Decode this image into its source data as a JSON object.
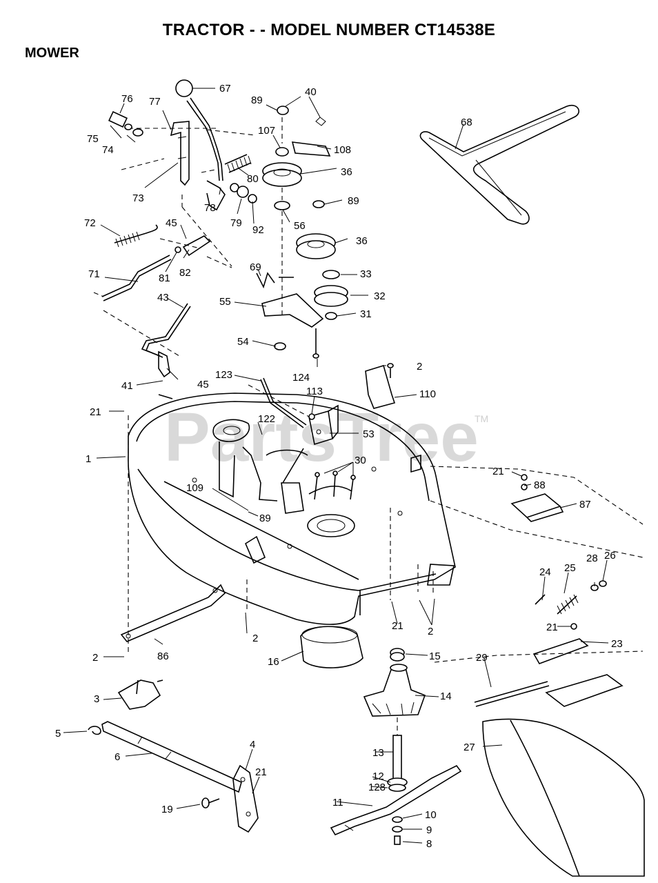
{
  "title": "TRACTOR - - MODEL NUMBER CT14538E",
  "section": "MOWER",
  "watermark": {
    "text": "PartsTree",
    "tm": "TM"
  },
  "callouts": {
    "c67": "67",
    "c76": "76",
    "c77": "77",
    "c75": "75",
    "c74": "74",
    "c73": "73",
    "c89a": "89",
    "c40": "40",
    "c107": "107",
    "c108": "108",
    "c36a": "36",
    "c80": "80",
    "c78": "78",
    "c79": "79",
    "c92": "92",
    "c56": "56",
    "c89b": "89",
    "c36b": "36",
    "c68": "68",
    "c72": "72",
    "c45a": "45",
    "c81": "81",
    "c82": "82",
    "c71": "71",
    "c69": "69",
    "c33": "33",
    "c32": "32",
    "c55": "55",
    "c31": "31",
    "c43": "43",
    "c54": "54",
    "c124": "124",
    "c2a": "2",
    "c123": "123",
    "c41": "41",
    "c45b": "45",
    "c110": "110",
    "c113": "113",
    "c21a": "21",
    "c122": "122",
    "c53": "53",
    "c1": "1",
    "c30": "30",
    "c21b": "21",
    "c88": "88",
    "c109": "109",
    "c87": "87",
    "c89c": "89",
    "c28": "28",
    "c26": "26",
    "c24": "24",
    "c25": "25",
    "c21c": "21",
    "c2b": "2",
    "c21d": "21",
    "c2c": "2",
    "c86": "86",
    "c23": "23",
    "c2d": "2",
    "c16": "16",
    "c15": "15",
    "c29": "29",
    "c3": "3",
    "c14": "14",
    "c5": "5",
    "c4": "4",
    "c6": "6",
    "c13": "13",
    "c27": "27",
    "c21e": "21",
    "c12": "12",
    "c128": "128",
    "c19": "19",
    "c11": "11",
    "c10": "10",
    "c9": "9",
    "c8": "8"
  }
}
